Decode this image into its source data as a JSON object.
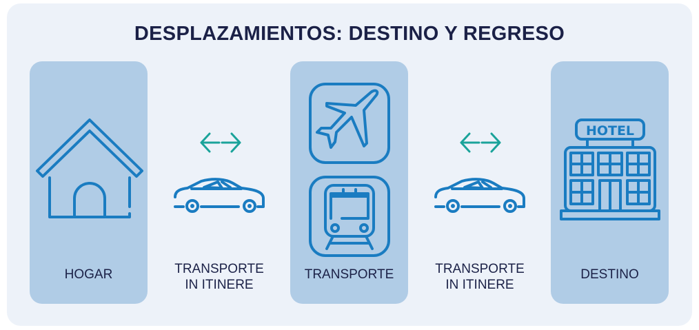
{
  "title": "DESPLAZAMIENTOS: DESTINO Y REGRESO",
  "steps": [
    {
      "label": "HOGAR",
      "icon": "house-icon"
    },
    {
      "label_line1": "TRANSPORTE",
      "label_line2": "IN ITINERE",
      "icon": "car-icon"
    },
    {
      "label": "TRANSPORTE",
      "icon": "plane-train-icon"
    },
    {
      "label_line1": "TRANSPORTE",
      "label_line2": "IN ITINERE",
      "icon": "car-icon"
    },
    {
      "label": "DESTINO",
      "icon": "hotel-icon",
      "sign": "HOTEL"
    }
  ],
  "colors": {
    "card": "#b0cce6",
    "icon": "#1a7cc1",
    "arrow": "#1aa39a",
    "title": "#1b2147",
    "panel": "#edf2f9"
  }
}
